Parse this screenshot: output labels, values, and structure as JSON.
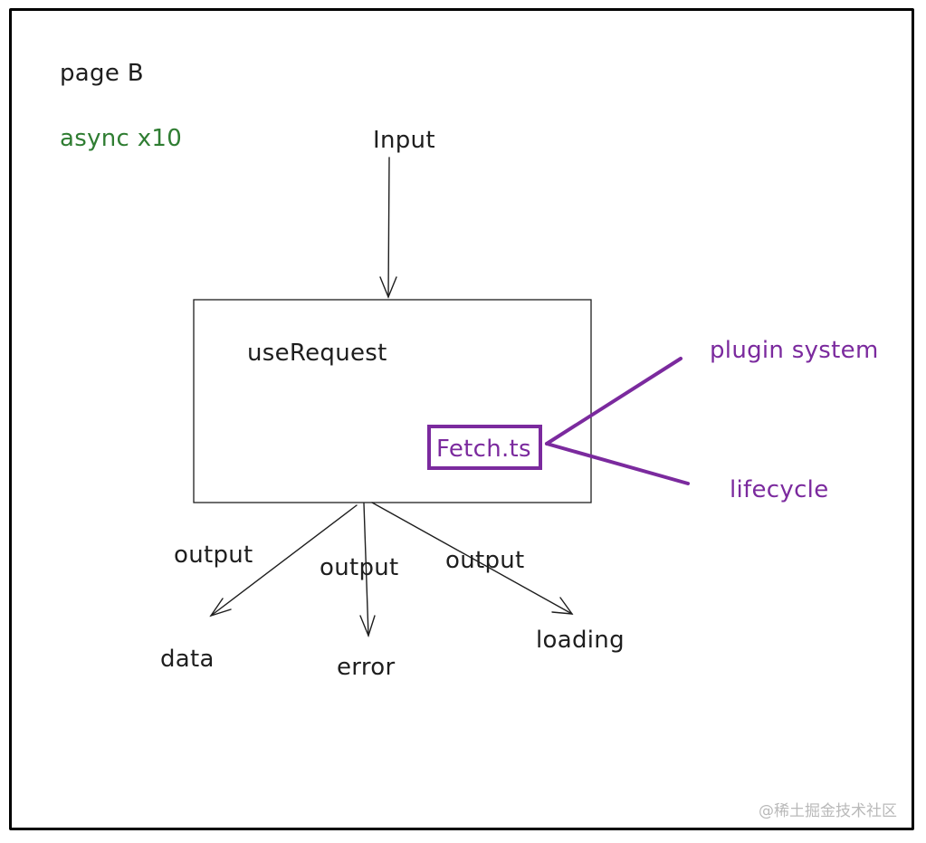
{
  "texts": {
    "page_label": "page B",
    "async_label": "async x10",
    "input_label": "Input",
    "main_box_label": "useRequest",
    "fetch_label": "Fetch.ts",
    "plugin_label": "plugin system",
    "lifecycle_label": "lifecycle",
    "output_left": "output",
    "output_middle": "output",
    "output_right": "output",
    "data_label": "data",
    "error_label": "error",
    "loading_label": "loading",
    "watermark": "@稀土掘金技术社区"
  },
  "colors": {
    "ink": "#1e1e1e",
    "green": "#2f7d32",
    "purple": "#7b2a9e",
    "watermark": "#b9b9b9"
  }
}
